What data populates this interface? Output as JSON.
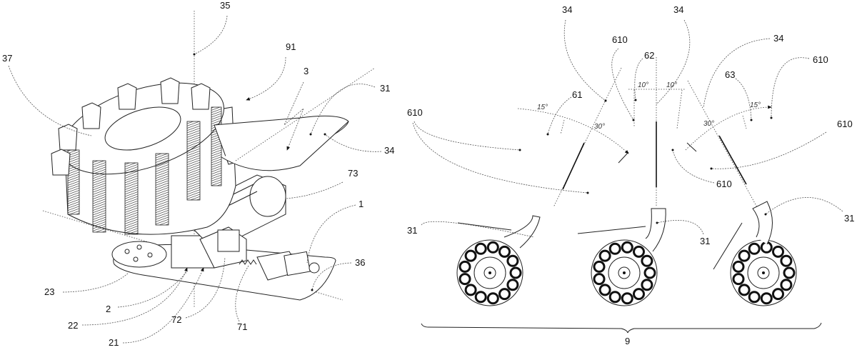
{
  "figure": {
    "left_view": {
      "labels": {
        "l35": "35",
        "l37": "37",
        "l91": "91",
        "l3": "3",
        "l31": "31",
        "l34": "34",
        "l73": "73",
        "l1": "1",
        "l36": "36",
        "l23": "23",
        "l2": "2",
        "l22": "22",
        "l72": "72",
        "l71": "71",
        "l21": "21"
      }
    },
    "right_view": {
      "labels": {
        "l34a": "34",
        "l34b": "34",
        "l34c": "34",
        "l610a": "610",
        "l610b": "610",
        "l610c": "610",
        "l610d": "610",
        "l610e": "610",
        "l61": "61",
        "l62": "62",
        "l63": "63",
        "l31a": "31",
        "l31b": "31",
        "l31c": "31",
        "l9": "9"
      },
      "angles": {
        "a15_left": "15°",
        "a30_left": "30°",
        "a10_left": "10°",
        "a10_right": "10°",
        "a30_right": "30°",
        "a15_right": "15°"
      },
      "units": {
        "count": 3,
        "roller_ring_count": 13
      }
    }
  }
}
